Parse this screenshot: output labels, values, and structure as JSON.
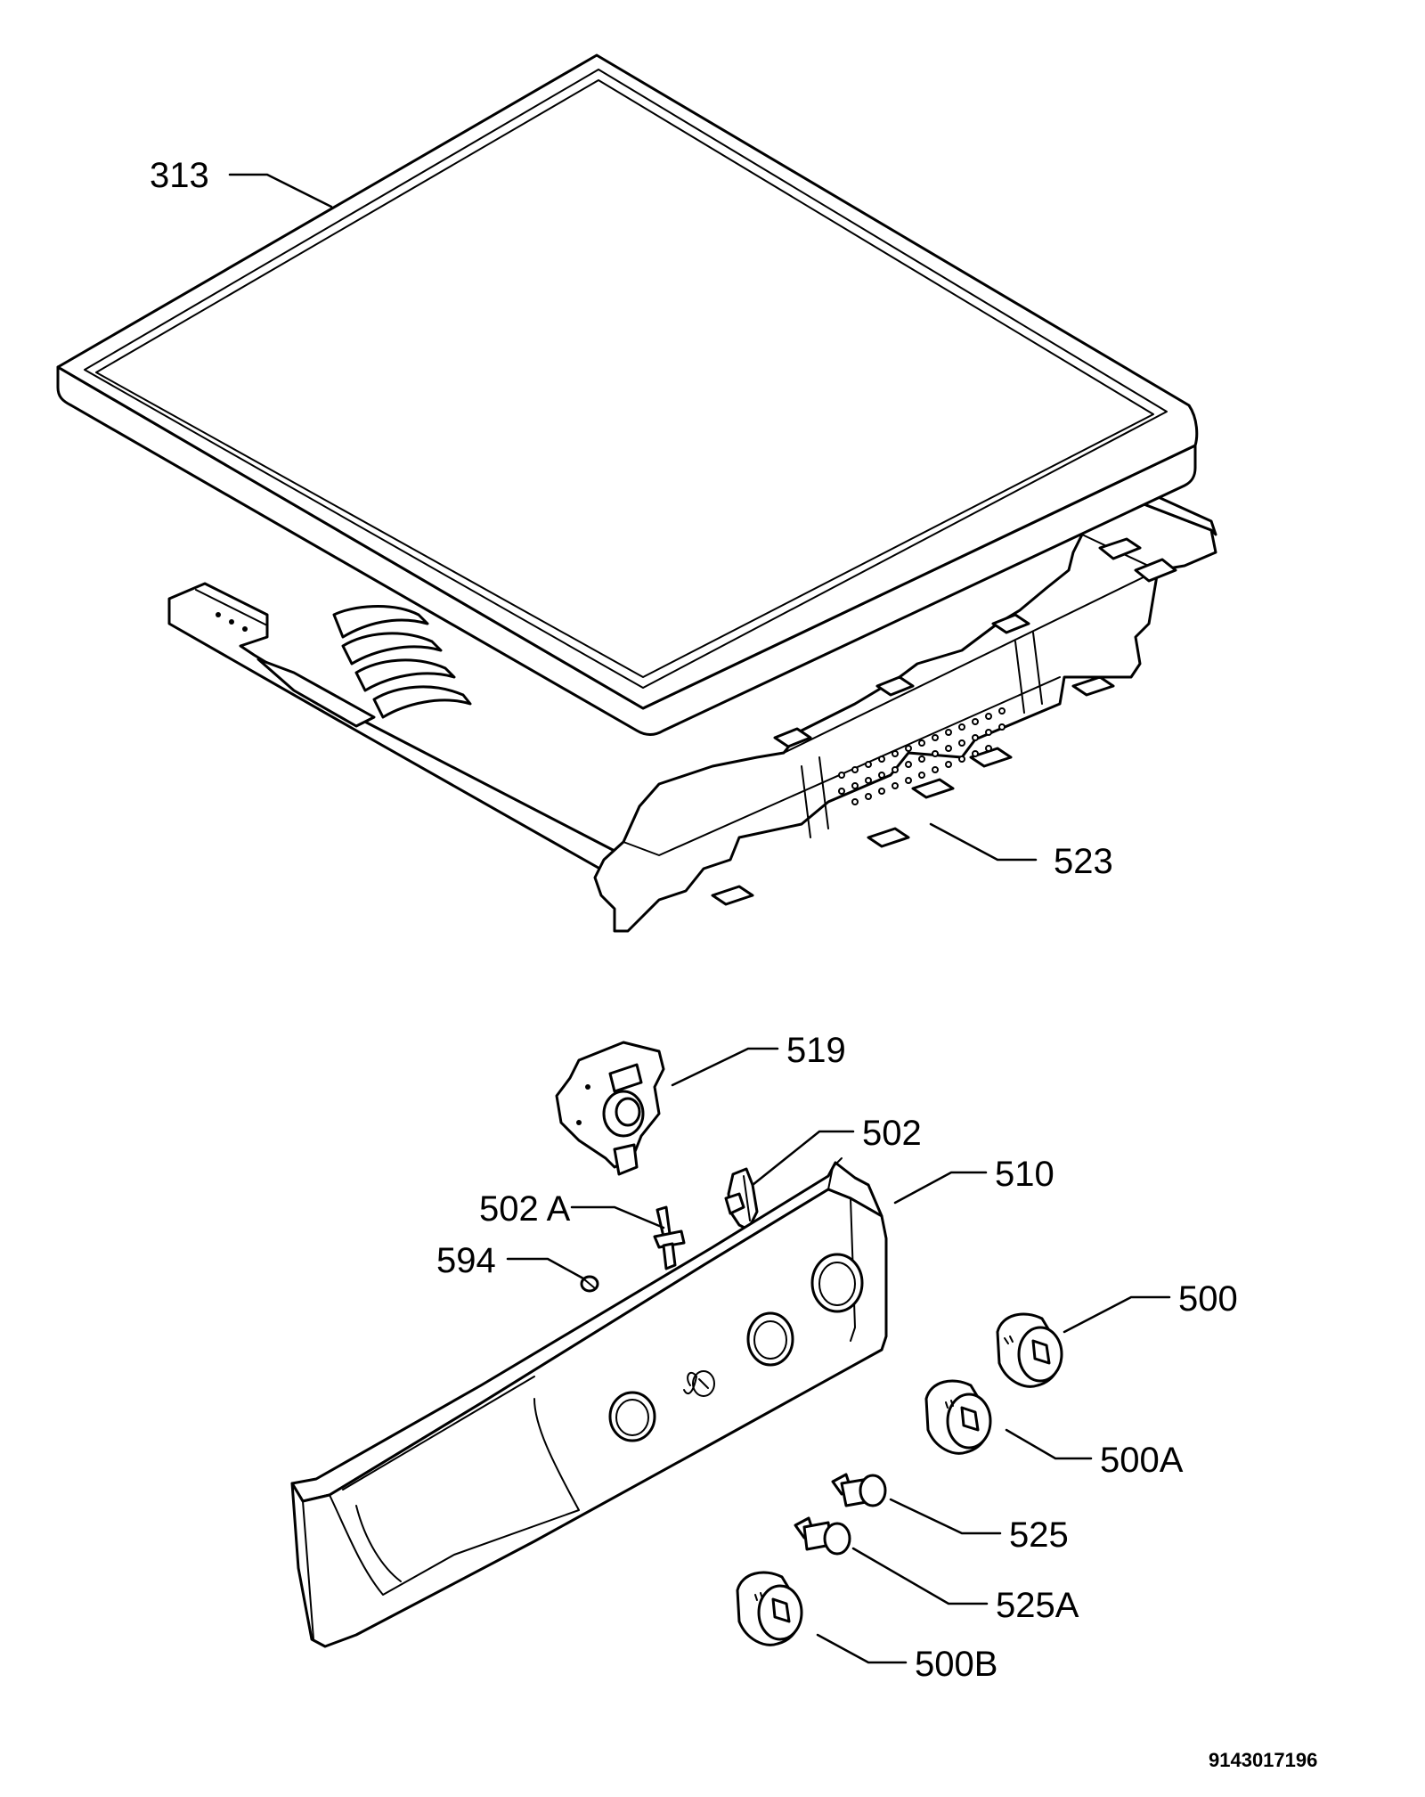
{
  "labels": {
    "p313": "313",
    "p523": "523",
    "p519": "519",
    "p502": "502",
    "p510": "510",
    "p502a": "502 A",
    "p594": "594",
    "p500": "500",
    "p500a": "500A",
    "p525": "525",
    "p525a": "525A",
    "p500b": "500B"
  },
  "drawing_code": "9143017196"
}
